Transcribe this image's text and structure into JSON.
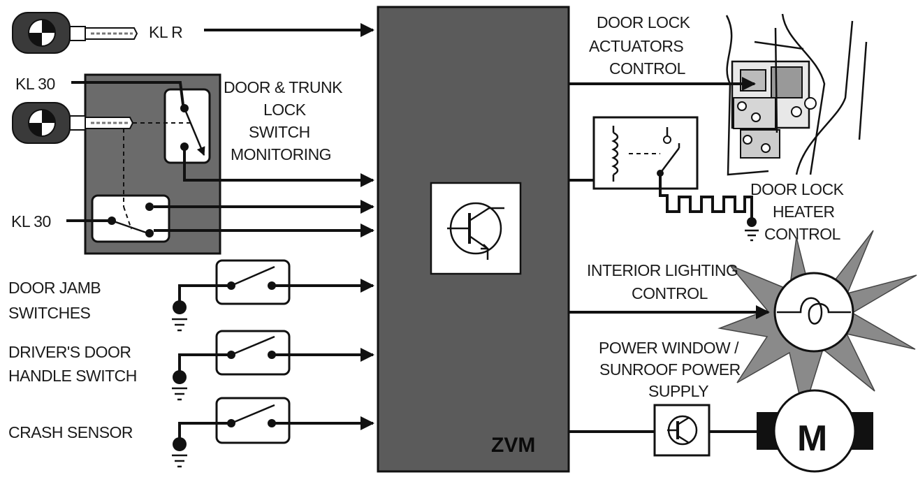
{
  "module": {
    "name": "ZVM"
  },
  "inputs": {
    "kl_r": "KL R",
    "kl_30_top": "KL 30",
    "kl_30_bottom": "KL 30",
    "door_trunk_lock": [
      "DOOR & TRUNK",
      "LOCK",
      "SWITCH",
      "MONITORING"
    ],
    "door_jamb": [
      "DOOR JAMB",
      "SWITCHES"
    ],
    "drivers_door": [
      "DRIVER'S DOOR",
      "HANDLE SWITCH"
    ],
    "crash_sensor": [
      "CRASH SENSOR"
    ]
  },
  "outputs": {
    "door_lock_actuators": [
      "DOOR LOCK",
      "ACTUATORS",
      "CONTROL"
    ],
    "door_lock_heater": [
      "DOOR LOCK",
      "HEATER",
      "CONTROL"
    ],
    "interior_lighting": [
      "INTERIOR LIGHTING",
      "CONTROL"
    ],
    "power_window": [
      "POWER WINDOW /",
      "SUNROOF POWER",
      "SUPPLY"
    ],
    "motor_symbol": "M"
  },
  "colors": {
    "module_fill": "#5b5b5b",
    "switch_panel_fill": "#6b6b6b",
    "starburst_fill": "#8a8a8a",
    "line": "#111111"
  }
}
